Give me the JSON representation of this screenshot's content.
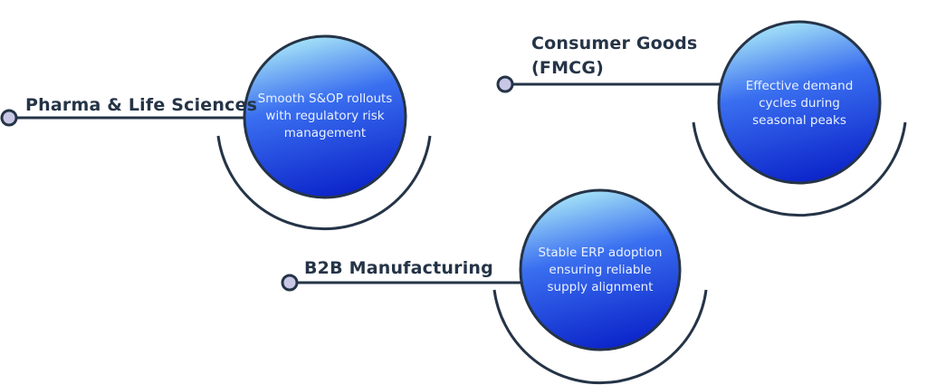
{
  "colors": {
    "ink": "#253447",
    "dot_fill": "#c9c7e6",
    "gradient_top": "#a8e6f7",
    "gradient_mid": "#3a6ff0",
    "gradient_bottom": "#0b23c9"
  },
  "items": [
    {
      "label": "Pharma & Life Sciences",
      "description": "Smooth S&OP rollouts with regulatory risk management"
    },
    {
      "label_line1": "Consumer Goods",
      "label_line2": "(FMCG)",
      "description": "Effective demand cycles during seasonal peaks"
    },
    {
      "label": "B2B Manufacturing",
      "description": "Stable ERP adoption ensuring reliable supply alignment"
    }
  ]
}
